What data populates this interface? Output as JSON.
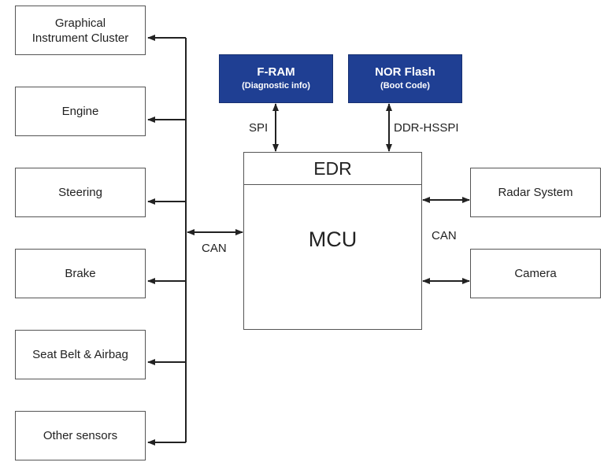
{
  "diagram": {
    "left_nodes": [
      {
        "label": "Graphical Instrument Cluster",
        "line1": "Graphical",
        "line2": "Instrument Cluster"
      },
      {
        "label": "Engine"
      },
      {
        "label": "Steering"
      },
      {
        "label": "Brake"
      },
      {
        "label": "Seat Belt & Airbag"
      },
      {
        "label": "Other sensors"
      }
    ],
    "right_nodes": [
      {
        "label": "Radar System"
      },
      {
        "label": "Camera"
      }
    ],
    "memory_nodes": [
      {
        "title": "F-RAM",
        "subtitle": "(Diagnostic info)",
        "link": "SPI"
      },
      {
        "title": "NOR Flash",
        "subtitle": "(Boot Code)",
        "link": "DDR-HSSPI"
      }
    ],
    "central": {
      "top_label": "EDR",
      "main_label": "MCU"
    },
    "bus_labels": {
      "left": "CAN",
      "right": "CAN"
    },
    "colors": {
      "memory_fill": "#1f3f93",
      "line": "#222222",
      "box_border": "#555555"
    }
  }
}
